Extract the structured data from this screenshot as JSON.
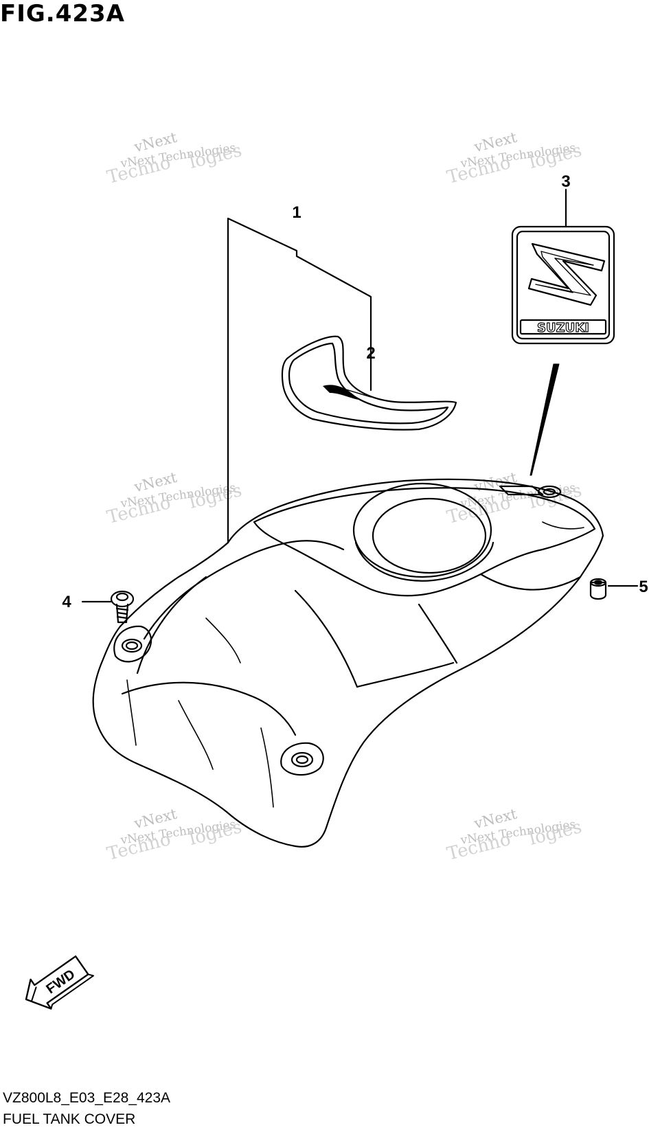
{
  "figure": {
    "title": "FIG.423A"
  },
  "footer": {
    "code": "VZ800L8_E03_E28_423A",
    "name": "FUEL TANK COVER"
  },
  "callouts": [
    {
      "id": "1",
      "label": "1"
    },
    {
      "id": "2",
      "label": "2"
    },
    {
      "id": "3",
      "label": "3"
    },
    {
      "id": "4",
      "label": "4"
    },
    {
      "id": "5",
      "label": "5"
    }
  ],
  "emblem": {
    "text": "SUZUKI"
  },
  "direction": {
    "text": "FWD"
  },
  "watermark": {
    "line1": "vNext Technologies",
    "line2": "vNext",
    "line3": "Techno",
    "line4": "logies"
  },
  "colors": {
    "line": "#000000",
    "watermark": "#bdbdbd",
    "background": "#ffffff"
  }
}
